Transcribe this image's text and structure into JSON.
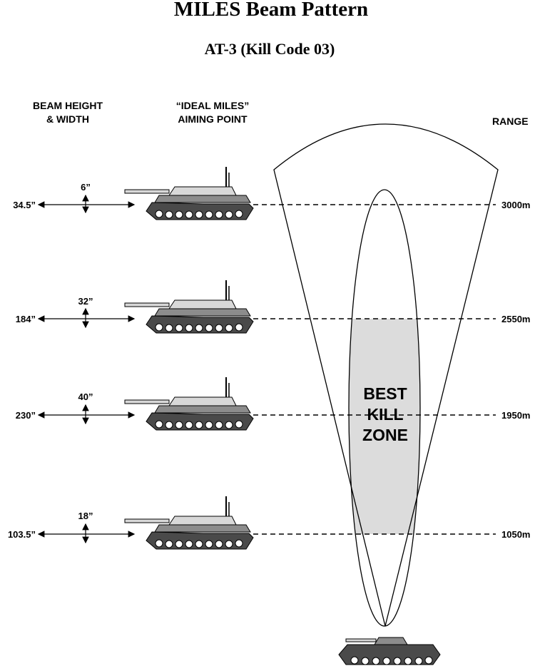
{
  "title": "MILES Beam Pattern",
  "subtitle": "AT-3 (Kill Code 03)",
  "headers": {
    "beam_line1": "BEAM HEIGHT",
    "beam_line2": "& WIDTH",
    "aim_line1": "“IDEAL MILES”",
    "aim_line2": "AIMING POINT",
    "range": "RANGE"
  },
  "rows": [
    {
      "width": "34.5”",
      "height": "6”",
      "range": "3000m"
    },
    {
      "width": "184”",
      "height": "32”",
      "range": "2550m"
    },
    {
      "width": "230”",
      "height": "40”",
      "range": "1950m"
    },
    {
      "width": "103.5”",
      "height": "18”",
      "range": "1050m"
    }
  ],
  "zone": {
    "line1": "BEST",
    "line2": "KILL",
    "line3": "ZONE",
    "fill": "#dcdcdc"
  },
  "colors": {
    "ink": "#000000",
    "tank_dark": "#4a4a4a",
    "tank_mid": "#8c8c8c",
    "tank_light": "#d8d8d8"
  }
}
